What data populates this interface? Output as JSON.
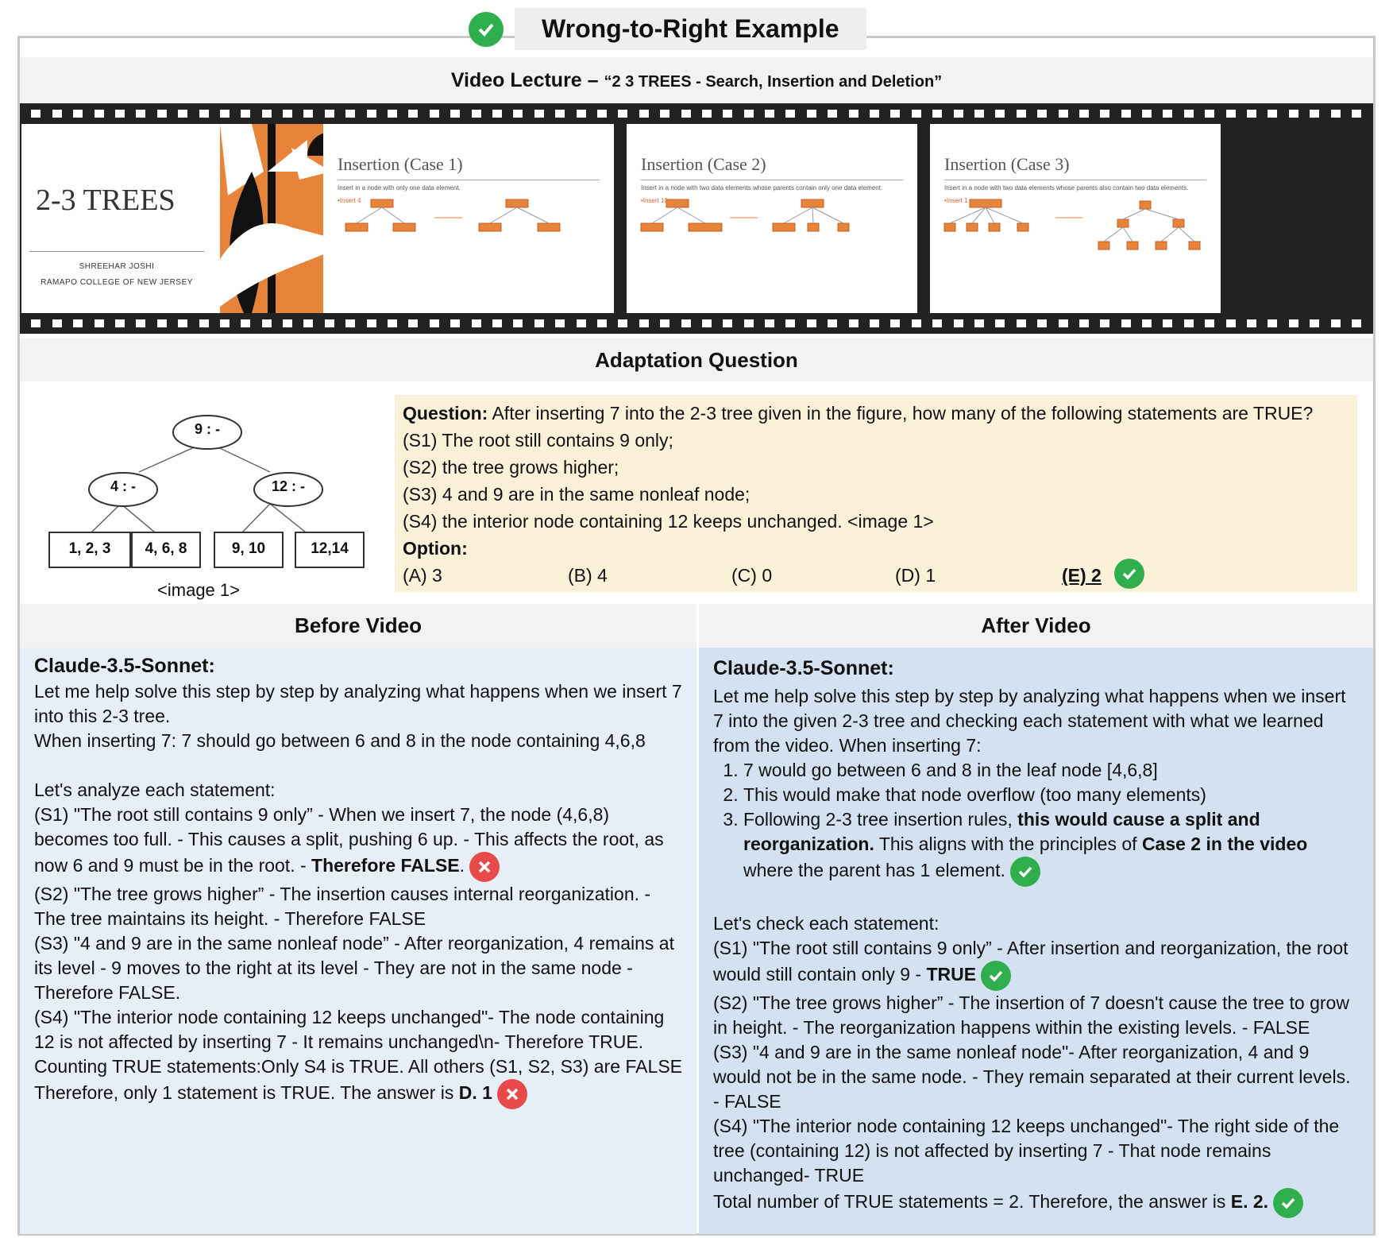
{
  "header": {
    "title": "Wrong-to-Right Example"
  },
  "video": {
    "label": "Video Lecture",
    "dash": " – ",
    "name": "“2 3 TREES - Search, Insertion and Deletion”",
    "cover": {
      "title": "2-3 TREES",
      "author": "SHREEHAR JOSHI",
      "college": "RAMAPO COLLEGE OF NEW JERSEY"
    },
    "slides": [
      {
        "title": "Insertion (Case 1)",
        "sub": "Insert in a node with only one data element.",
        "ins": "•Insert 4"
      },
      {
        "title": "Insertion (Case 2)",
        "sub": "Insert in a node with two data elements whose parents contain only one data element.",
        "ins": "•Insert 10"
      },
      {
        "title": "Insertion (Case 3)",
        "sub": "Insert in a node with two data elements whose parents also contain two data elements.",
        "ins": "•Insert 1"
      }
    ]
  },
  "adaptation": {
    "heading": "Adaptation Question"
  },
  "figure": {
    "root": "9 : -",
    "left": "4 : -",
    "right": "12 : -",
    "leaves": [
      "1, 2, 3",
      "4, 6, 8",
      "9, 10",
      "12,14"
    ],
    "caption": "<image 1>"
  },
  "question": {
    "label": "Question:",
    "text": " After inserting 7 into the 2-3 tree given in the figure, how many of the following statements are TRUE?",
    "statements": [
      "(S1) The root still contains 9 only;",
      "(S2) the tree grows higher;",
      "(S3) 4 and 9 are in the same nonleaf node;",
      "(S4) the interior node containing 12 keeps unchanged. <image 1>"
    ],
    "option_label": "Option:",
    "options": [
      "(A) 3",
      "(B) 4",
      "(C) 0",
      "(D) 1",
      "(E) 2"
    ],
    "correct_index": 4
  },
  "before": {
    "heading": "Before Video",
    "model": "Claude-3.5-Sonnet:",
    "p1": "Let me help solve this step by step by analyzing what happens when we insert 7 into this 2-3 tree.",
    "p2": "When inserting 7: 7 should go between 6 and 8 in the node containing 4,6,8",
    "p3": "Let's analyze each statement:",
    "s1": "(S1) \"The root still contains 9 only” - When we insert 7, the node (4,6,8) becomes too full. - This causes a split, pushing 6 up. - This affects the root, as now 6 and 9 must be in the root. - ",
    "s1_bold": "Therefore FALSE",
    "s1_end": ".",
    "s2": "(S2) \"The tree grows higher” - The insertion causes internal reorganization. - The tree maintains its height. - Therefore FALSE",
    "s3": "(S3) \"4 and 9 are in the same nonleaf node” - After reorganization, 4 remains at its level - 9 moves to the right at its level - They are not in the same node - Therefore FALSE.",
    "s4": "(S4) \"The interior node containing 12 keeps unchanged\"- The node containing 12 is not affected by inserting 7 - It remains unchanged\\n- Therefore TRUE.",
    "count": "Counting TRUE statements:Only S4 is TRUE. All others (S1, S2, S3) are FALSE",
    "final": "Therefore, only 1 statement is TRUE. The answer is ",
    "final_bold": "D. 1"
  },
  "after": {
    "heading": "After Video",
    "model": "Claude-3.5-Sonnet:",
    "p1": "Let me help solve this step by step by analyzing what happens when we insert 7 into the given 2-3 tree and checking each statement with what we learned from the video.  When inserting 7:",
    "l1": "7 would go between 6 and 8 in the leaf node [4,6,8]",
    "l2": "This would make that node overflow (too many elements)",
    "l3a": "Following 2-3 tree insertion rules, ",
    "l3b": "this would cause a split and reorganization.",
    "l3c": " This aligns with the principles of ",
    "l3d": "Case 2 in the video",
    "l3e": " where the parent has 1 element.",
    "p3": "Let's check each statement:",
    "s1": "(S1) \"The root still contains 9 only” - After insertion and reorganization, the root would still contain only 9 - ",
    "s1_bold": "TRUE",
    "s2": "(S2) \"The tree grows higher” - The insertion of 7 doesn't cause the tree to grow in height. - The reorganization happens within the existing levels. - FALSE",
    "s3": "(S3) \"4 and 9 are in the same nonleaf node\"- After reorganization, 4 and 9 would not be in the same node. - They remain separated at their current levels. - FALSE",
    "s4": "(S4) \"The interior node containing 12 keeps unchanged\"- The right side of the tree (containing 12) is not affected by inserting 7 - That node remains unchanged- TRUE",
    "final": "Total number of TRUE statements = 2. Therefore, the answer is ",
    "final_bold": "E. 2."
  },
  "colors": {
    "correct": "#2fae4e",
    "wrong": "#e84a4a",
    "question_bg": "#fbf1d9",
    "before_bg": "#e6eef8",
    "after_bg": "#d3e1f0",
    "node": "#e8833a"
  }
}
